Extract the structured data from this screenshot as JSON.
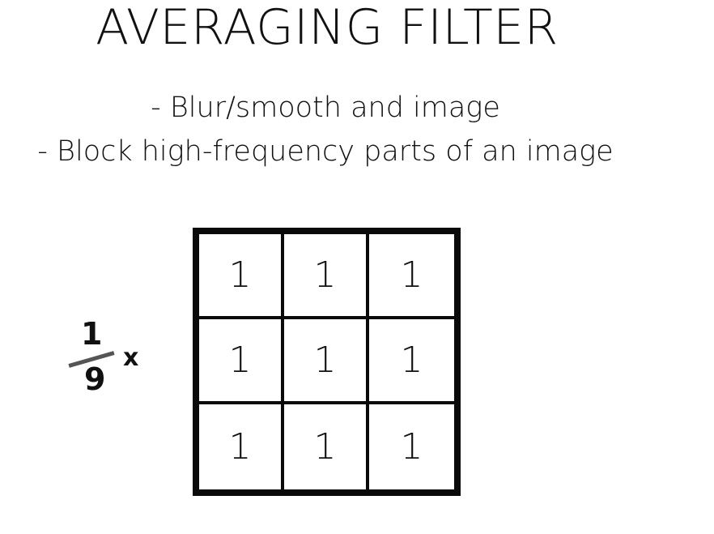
{
  "title": "AVERAGING FILTER",
  "bullets": [
    "- Blur/smooth and image",
    "- Block high-frequency parts of an image"
  ],
  "multiplier": {
    "numerator": "1",
    "denominator": "9",
    "operator": "x"
  },
  "kernel": [
    [
      "1",
      "1",
      "1"
    ],
    [
      "1",
      "1",
      "1"
    ],
    [
      "1",
      "1",
      "1"
    ]
  ]
}
